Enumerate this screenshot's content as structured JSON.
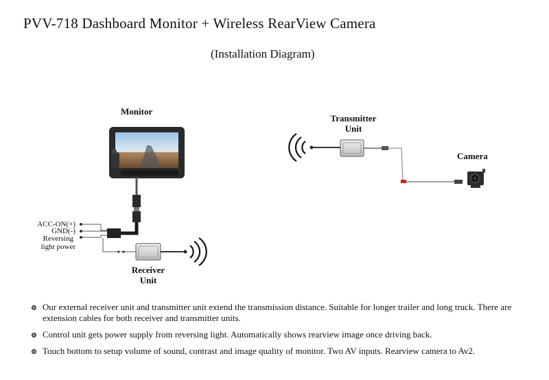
{
  "header": {
    "title": "PVV-718 Dashboard Monitor + Wireless RearView Camera",
    "subtitle": "(Installation Diagram)"
  },
  "labels": {
    "monitor": "Monitor",
    "transmitter_line1": "Transmitter",
    "transmitter_line2": "Unit",
    "camera": "Camera",
    "receiver_line1": "Receiver",
    "receiver_line2": "Unit"
  },
  "wiring": {
    "acc_on": "ACC-ON(+)",
    "gnd": "GND(-)",
    "reversing_line1": "Reversing",
    "reversing_line2": "light power"
  },
  "notes": [
    "Our external receiver unit and transmitter unit extend the transmission distance. Suitable for longer trailer and long truck. There are extension cables for both receiver and transmitter units.",
    "Control unit gets power supply from reversing light. Automatically shows rearview image once driving back.",
    "Touch bottom to setup volume of sound, contrast and image quality of monitor. Two AV inputs. Rearview camera to Av2."
  ]
}
